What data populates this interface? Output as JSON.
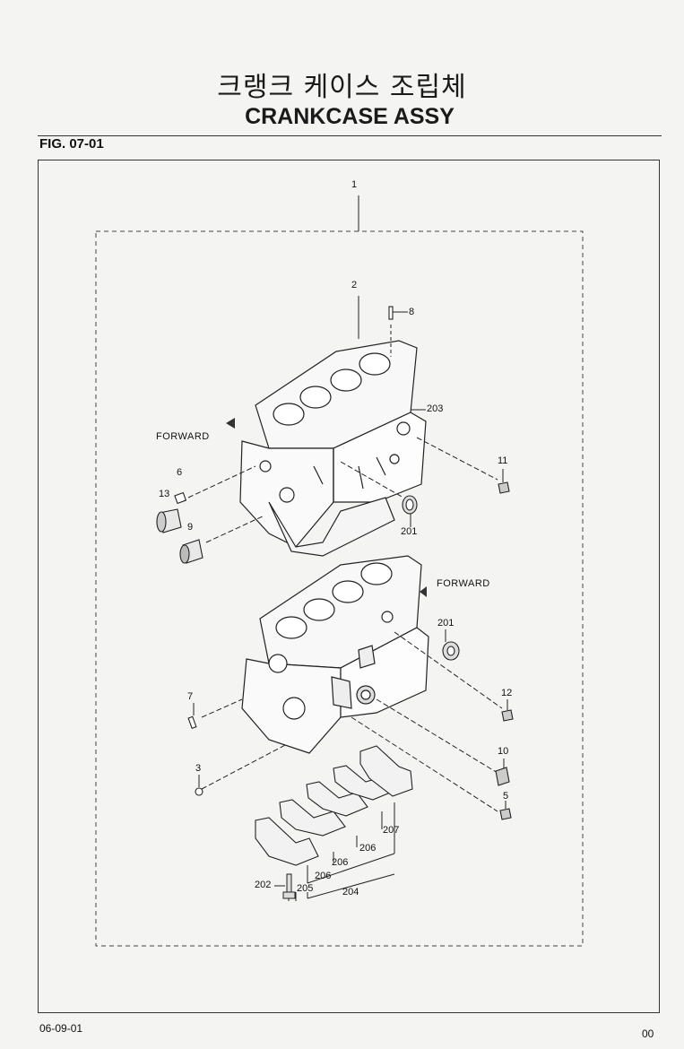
{
  "header": {
    "title_korean": "크랭크 케이스 조립체",
    "title_english": "CRANKCASE ASSY",
    "figure_number": "FIG. 07-01"
  },
  "callouts": {
    "c1": "1",
    "c2": "2",
    "c8": "8",
    "c203": "203",
    "c11a": "11",
    "c6": "6",
    "c13": "13",
    "c9": "9",
    "c201a": "201",
    "c201b": "201",
    "c12": "12",
    "c7": "7",
    "c10": "10",
    "c3": "3",
    "c5": "5",
    "c207": "207",
    "c206a": "206",
    "c206b": "206",
    "c206c": "206",
    "c202": "202",
    "c205": "205",
    "c204": "204"
  },
  "labels": {
    "forward_upper": "FORWARD",
    "forward_lower": "FORWARD"
  },
  "footer": {
    "date": "06-09-01",
    "page": "00"
  }
}
